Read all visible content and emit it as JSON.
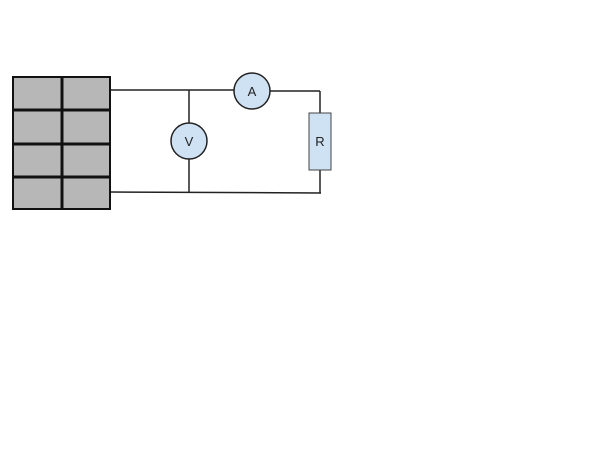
{
  "diagram": {
    "ammeter_label": "A",
    "voltmeter_label": "V",
    "resistor_label": "R",
    "colors": {
      "panel_cell": "#b7b7b7",
      "component_fill": "#cfe2f3",
      "wire": "#222222"
    }
  }
}
